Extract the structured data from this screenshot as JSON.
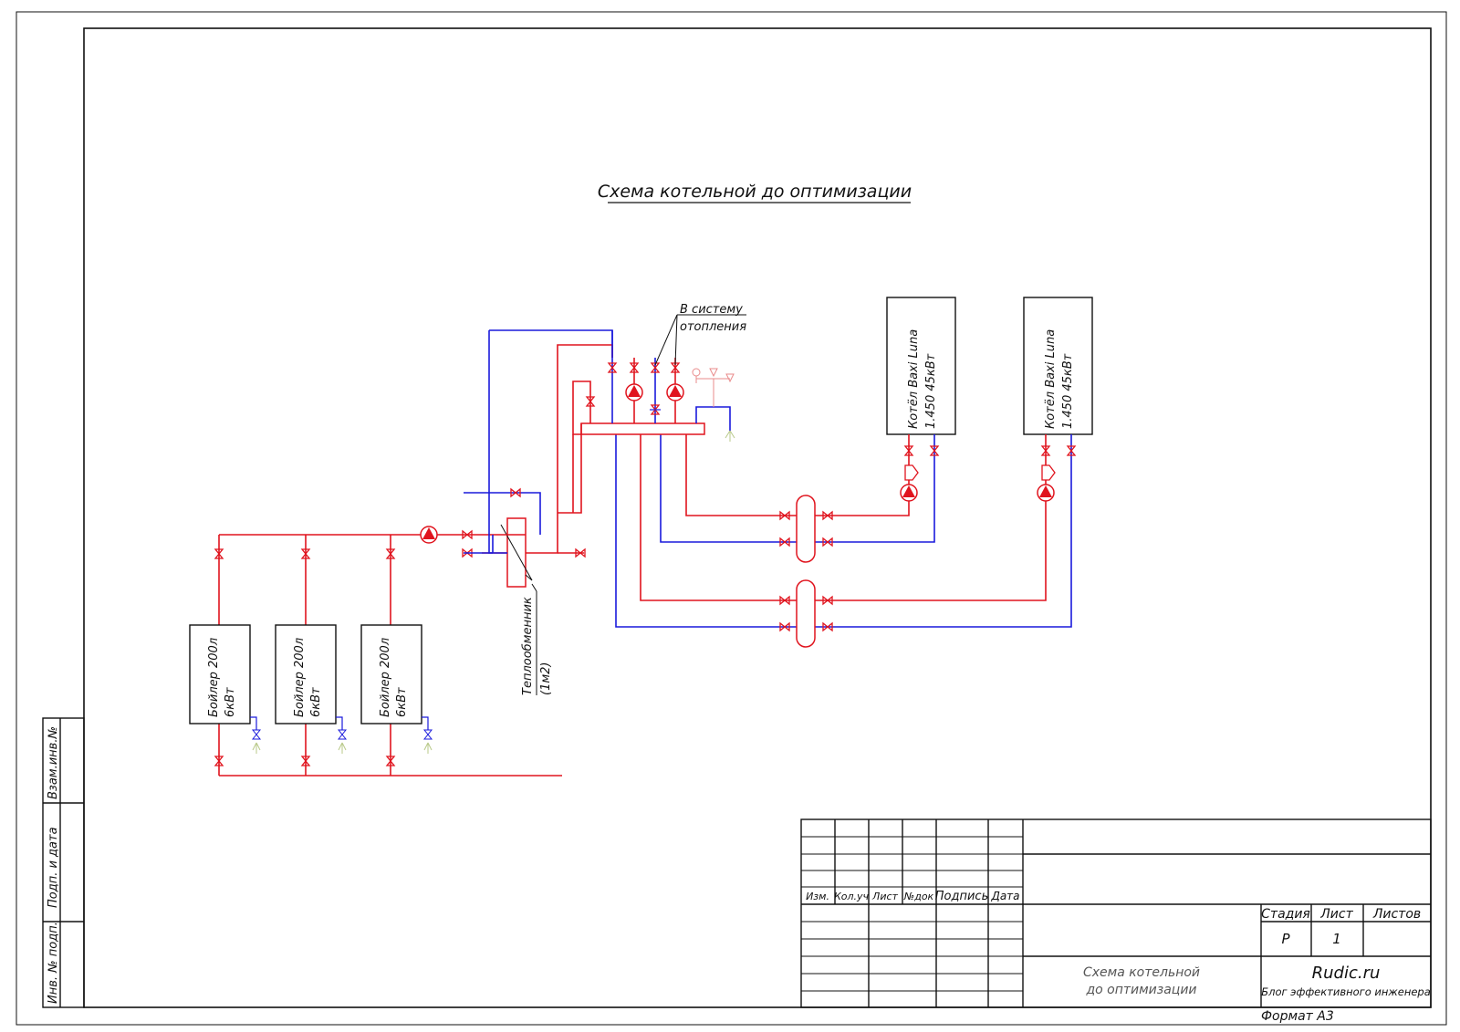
{
  "diagram": {
    "title": "Схема котельной до оптимизации",
    "heating_label_1": "В систему",
    "heating_label_2": "отопления",
    "boilers": [
      {
        "name": "Котёл Baxi Luna",
        "model": "1.450 45кВт"
      },
      {
        "name": "Котёл Baxi Luna",
        "model": "1.450 45кВт"
      }
    ],
    "tanks": [
      {
        "name": "Бойлер 200л",
        "power": "6кВт"
      },
      {
        "name": "Бойлер 200л",
        "power": "6кВт"
      },
      {
        "name": "Бойлер 200л",
        "power": "6кВт"
      }
    ],
    "heat_exchanger_1": "Теплообменник",
    "heat_exchanger_2": "(1м2)"
  },
  "side_stamp": {
    "col1": "Взам.инв.№",
    "col2": "Подп. и дата",
    "col3": "Инв. № подп."
  },
  "title_block": {
    "headers": [
      "Изм.",
      "Кол.уч",
      "Лист",
      "№док",
      "Подпись",
      "Дата"
    ],
    "stage_label": "Стадия",
    "sheet_label": "Лист",
    "sheets_label": "Листов",
    "stage_value": "Р",
    "sheet_value": "1",
    "doc_title_1": "Схема котельной",
    "doc_title_2": "до оптимизации",
    "org_name": "Rudic.ru",
    "org_sub": "Блог эффективного инженера",
    "format": "Формат А3"
  },
  "colors": {
    "supply": "#e0141e",
    "return": "#1a1adc",
    "frame": "#111111"
  }
}
